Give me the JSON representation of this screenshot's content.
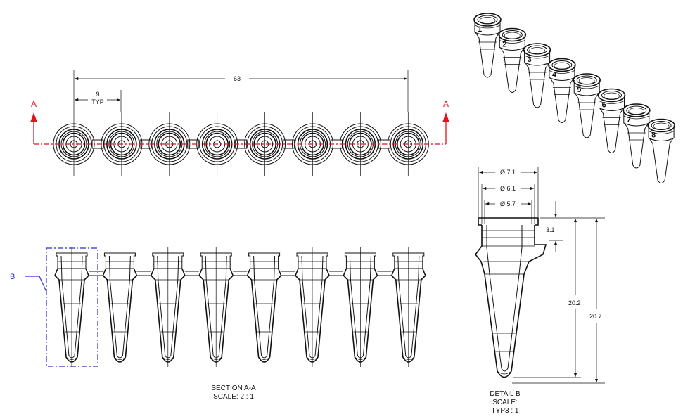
{
  "top_view": {
    "overall_dim": "63",
    "pitch_dim": "9",
    "pitch_note": "TYP",
    "section_mark_left": "A",
    "section_mark_right": "A",
    "tube_count": 8
  },
  "section": {
    "detail_callout": "B",
    "title": "SECTION A-A",
    "scale": "SCALE: 2 : 1"
  },
  "detail": {
    "dia_outer": "Ø 7.1",
    "dia_mid": "Ø 6.1",
    "dia_inner": "Ø 5.7",
    "rim_height": "3.1",
    "inner_height": "20.2",
    "total_height": "20.7",
    "title": "DETAIL B",
    "scale_line1": "SCALE:",
    "scale_line2": "TYP3 : 1"
  },
  "iso_view": {
    "tube_numbers": [
      "1",
      "2",
      "3",
      "4",
      "5",
      "6",
      "7",
      "8"
    ]
  },
  "colors": {
    "section_line": "#e1141c",
    "detail_callout": "#2b33c9",
    "ink": "#111111"
  }
}
